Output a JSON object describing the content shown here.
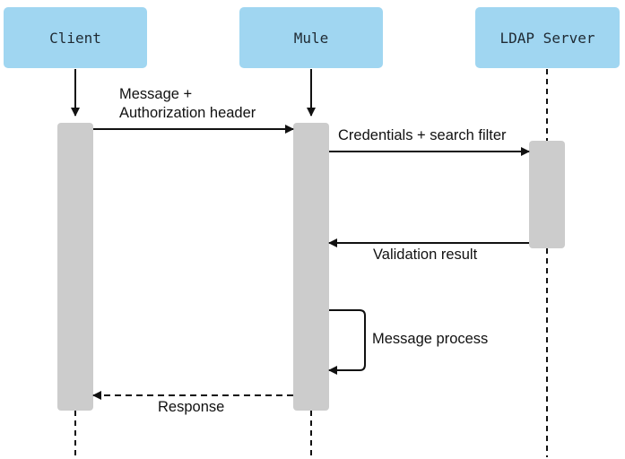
{
  "participants": {
    "client": "Client",
    "mule": "Mule",
    "ldap": "LDAP Server"
  },
  "messages": {
    "request_line1": "Message +",
    "request_line2": "Authorization header",
    "credentials": "Credentials + search filter",
    "validation": "Validation result",
    "process": "Message process",
    "response": "Response"
  },
  "colors": {
    "participant_fill": "#a0d6f1",
    "activation_fill": "#cccccc",
    "line": "#111111"
  }
}
